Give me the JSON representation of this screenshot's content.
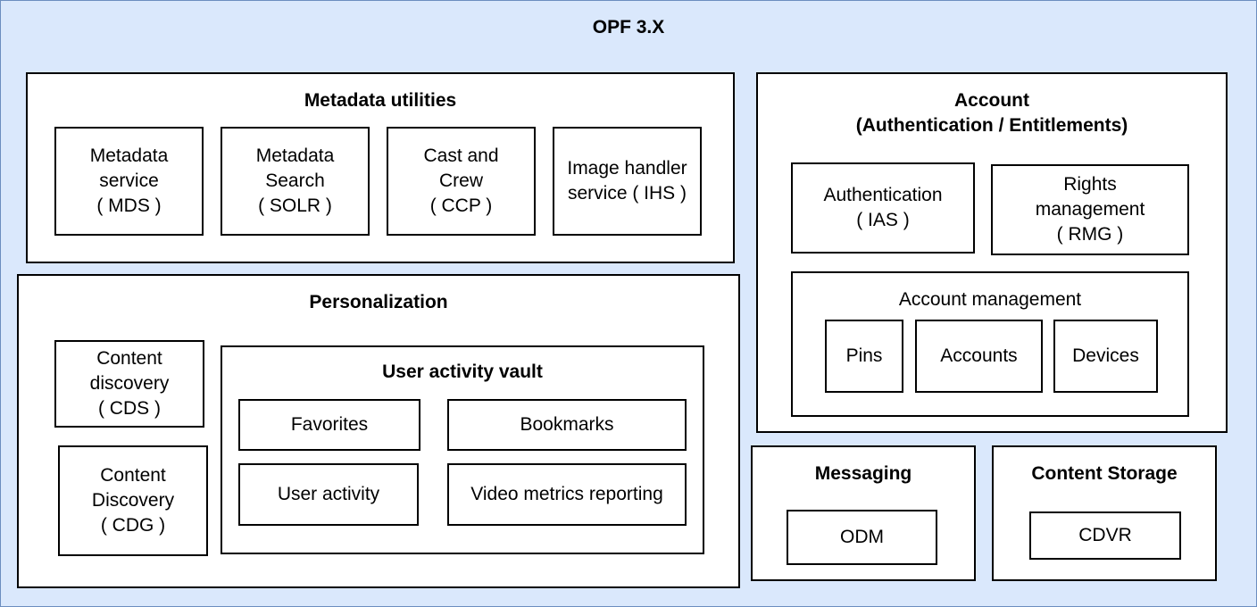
{
  "title": "OPF 3.X",
  "metadata_utilities": {
    "title": "Metadata utilities",
    "items": [
      "Metadata\nservice\n( MDS )",
      "Metadata\nSearch\n( SOLR )",
      "Cast and\nCrew\n( CCP )",
      "Image handler\nservice ( IHS )"
    ]
  },
  "personalization": {
    "title": "Personalization",
    "content_discovery_cds": "Content\ndiscovery\n( CDS )",
    "content_discovery_cdg": "Content\nDiscovery\n( CDG )",
    "user_activity_vault": {
      "title": "User activity vault",
      "items": [
        "Favorites",
        "Bookmarks",
        "User activity",
        "Video metrics reporting"
      ]
    }
  },
  "account": {
    "title": "Account\n(Authentication / Entitlements)",
    "authentication": "Authentication\n( IAS )",
    "rights_management": "Rights\nmanagement\n( RMG )",
    "account_management": {
      "title": "Account management",
      "items": [
        "Pins",
        "Accounts",
        "Devices"
      ]
    }
  },
  "messaging": {
    "title": "Messaging",
    "item": "ODM"
  },
  "content_storage": {
    "title": "Content Storage",
    "item": "CDVR"
  }
}
